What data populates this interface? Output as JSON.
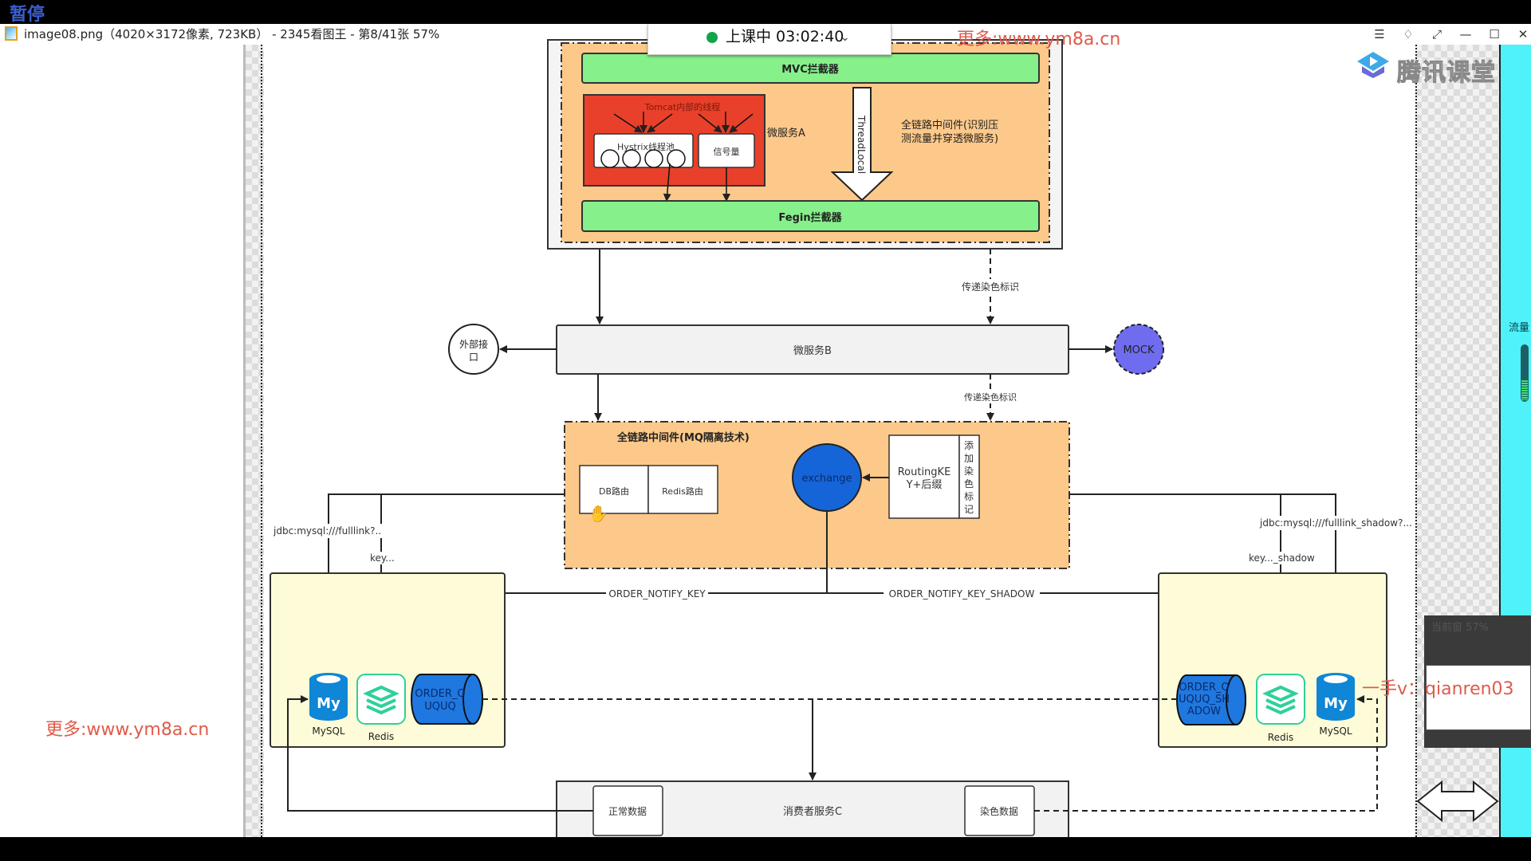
{
  "overlay": {
    "pause_label": "暂停",
    "live_status": "上课中 03:02:40",
    "live_status_color": "#13a34a"
  },
  "window": {
    "title": "image08.png（4020×3172像素, 723KB） - 2345看图王 - 第8/41张 57%",
    "buttons": {
      "menu": "☰",
      "skin": "♢",
      "fullscreen": "⤢",
      "minimize": "—",
      "maximize": "☐",
      "close": "✕"
    }
  },
  "watermarks": {
    "top": "更多:www.ym8a.cn",
    "left": "更多:www.ym8a.cn",
    "right": "一手v：qianren03",
    "color": "#e05a4a"
  },
  "side_panel": {
    "brand": "腾讯课堂",
    "flow_label": "流量",
    "flow_level_percent": 35,
    "thumbnail_label": "当前窗 57%"
  },
  "diagram": {
    "service_a": {
      "mvc_interceptor": "MVC拦截器",
      "tomcat_threads": "Tomcat内部的线程",
      "hystrix_pool": "Hystrix线程池",
      "semaphore": "信号量",
      "label": "微服务A",
      "threadlocal": "ThreadLocal",
      "middleware_note": [
        "全链路中间件(识别压",
        "测流量并穿透微服务)"
      ],
      "feign_interceptor": "Fegin拦截器"
    },
    "pass_color_tag_1": "传递染色标识",
    "pass_color_tag_2": "传递染色标识",
    "external_api": [
      "外部接",
      "口"
    ],
    "service_b": "微服务B",
    "mock": "MOCK",
    "mq_middleware": {
      "title": "全链路中间件(MQ隔离技术)",
      "db_route": "DB路由",
      "redis_route": "Redis路由",
      "exchange": "exchange",
      "routing_key": [
        "RoutingKE",
        "Y+后缀"
      ],
      "add_color_tag": [
        "添",
        "加",
        "染",
        "色",
        "标",
        "记"
      ]
    },
    "left_store": {
      "jdbc": "jdbc:mysql:///fulllink?..",
      "key": "key...",
      "mysql": "MySQL",
      "redis": "Redis",
      "queue": [
        "ORDER_Q",
        "UQUQ"
      ]
    },
    "right_store": {
      "jdbc": "jdbc:mysql:///fulllink_shadow?...",
      "key": "key..._shadow",
      "mysql": "MySQL",
      "redis": "Redis",
      "queue": [
        "ORDER_Q",
        "UQUQ_SH",
        "ADOW"
      ]
    },
    "routing_normal": "ORDER_NOTIFY_KEY",
    "routing_shadow": "ORDER_NOTIFY_KEY_SHADOW",
    "consumer": {
      "label": "消费者服务C",
      "normal": "正常数据",
      "shadow": "染色数据"
    },
    "colors": {
      "green_bar": "#86f08a",
      "orange_area": "#fdc98a",
      "red_box": "#e8402a",
      "yellow_store": "#fefcd8",
      "blue_node": "#1565d8",
      "mock": "#6f6cf0",
      "redis_green": "#2fd09a",
      "mysql_blue": "#0f86d6"
    }
  }
}
